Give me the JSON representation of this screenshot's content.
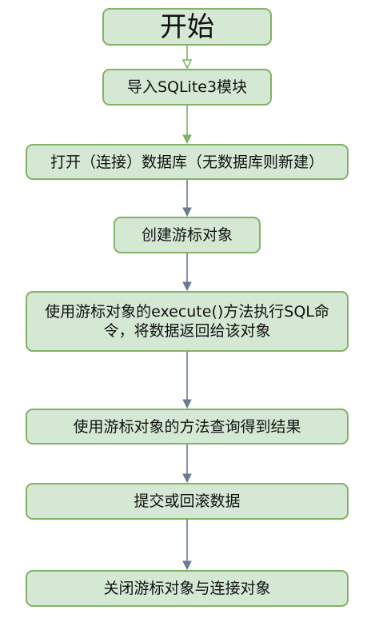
{
  "diagram": {
    "type": "flowchart",
    "nodes": [
      {
        "id": "start",
        "label": "开始"
      },
      {
        "id": "import",
        "label": "导入SQLite3模块"
      },
      {
        "id": "connect",
        "label": "打开（连接）数据库（无数据库则新建）"
      },
      {
        "id": "cursor",
        "label": "创建游标对象"
      },
      {
        "id": "execute",
        "label": "使用游标对象的execute()方法执行SQL命令，将数据返回给该对象"
      },
      {
        "id": "fetch",
        "label": "使用游标对象的方法查询得到结果"
      },
      {
        "id": "commit",
        "label": "提交或回滚数据"
      },
      {
        "id": "close",
        "label": "关闭游标对象与连接对象"
      }
    ],
    "edges": [
      {
        "from": "start",
        "to": "import",
        "style": "hollow-arrow",
        "color": "#82b366"
      },
      {
        "from": "import",
        "to": "connect",
        "style": "solid-arrow",
        "color": "#82b366"
      },
      {
        "from": "connect",
        "to": "cursor",
        "style": "solid-arrow",
        "color": "#6c7a96"
      },
      {
        "from": "cursor",
        "to": "execute",
        "style": "solid-arrow",
        "color": "#6c7a96"
      },
      {
        "from": "execute",
        "to": "fetch",
        "style": "solid-arrow",
        "color": "#6c7a96"
      },
      {
        "from": "fetch",
        "to": "commit",
        "style": "solid-arrow",
        "color": "#6c7a96"
      },
      {
        "from": "commit",
        "to": "close",
        "style": "solid-arrow",
        "color": "#6c7a96"
      }
    ],
    "colors": {
      "node_fill": "#d5e8d4",
      "node_border": "#82b366",
      "text": "#111111"
    }
  }
}
